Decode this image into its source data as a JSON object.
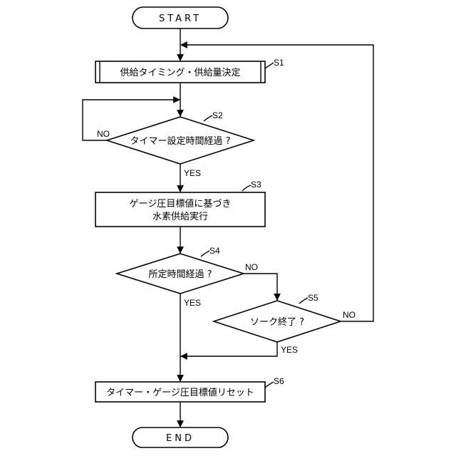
{
  "nodes": {
    "start": "START",
    "s1": "供給タイミング・供給量決定",
    "s2": "タイマー設定時間経過 ?",
    "s3_line1": "ゲージ圧目標値に基づき",
    "s3_line2": "水素供給実行",
    "s4": "所定時間経過 ?",
    "s5": "ソーク終了 ?",
    "s6": "タイマー・ゲージ圧目標値リセット",
    "end": "END"
  },
  "step_labels": {
    "s1": "S1",
    "s2": "S2",
    "s3": "S3",
    "s4": "S4",
    "s5": "S5",
    "s6": "S6"
  },
  "branch_labels": {
    "s2_no": "NO",
    "s2_yes": "YES",
    "s4_no": "NO",
    "s4_yes": "YES",
    "s5_no": "NO",
    "s5_yes": "YES"
  }
}
